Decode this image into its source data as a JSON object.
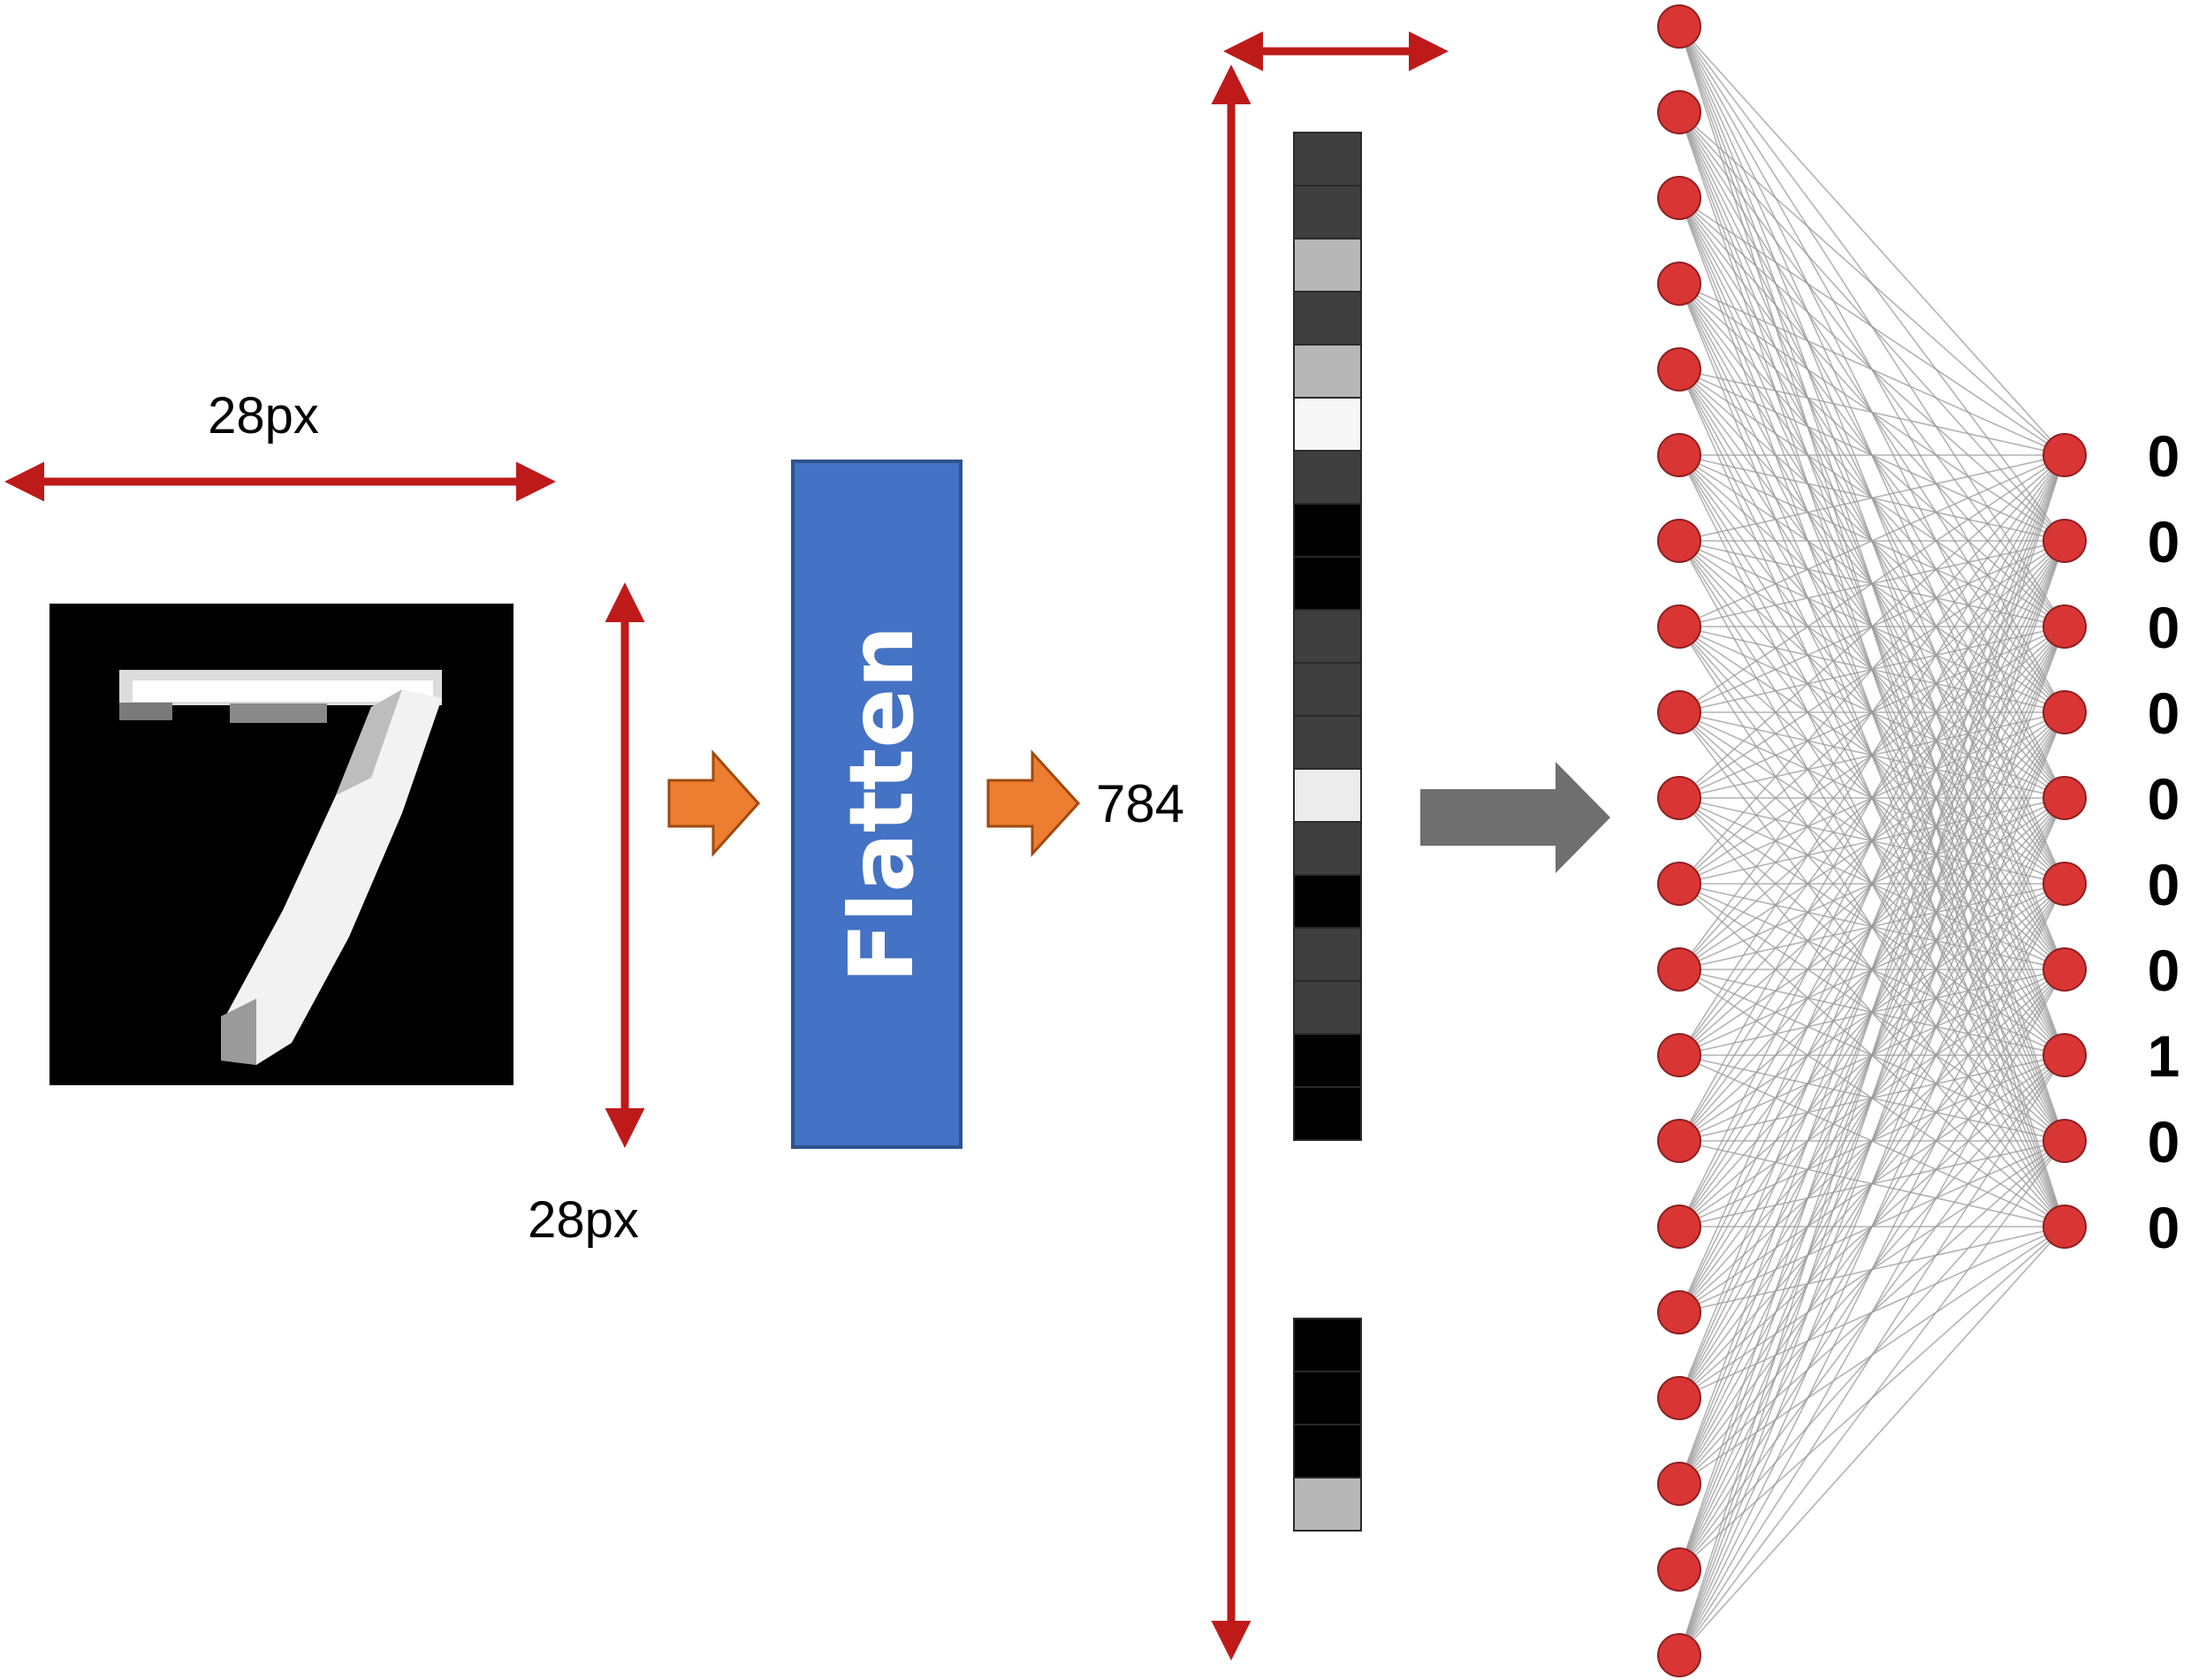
{
  "image": {
    "label_width": "28px",
    "label_height": "28px",
    "digit_shown": "7"
  },
  "flatten": {
    "label": "Flatten",
    "box_color": "#4472C4",
    "text_color": "#ffffff"
  },
  "vector": {
    "length_label": "784",
    "cell_shades_top": [
      "#3f3f3f",
      "#3f3f3f",
      "#b7b7b7",
      "#3f3f3f",
      "#b7b7b7",
      "#f7f7f7",
      "#3f3f3f",
      "#000000",
      "#000000",
      "#3f3f3f",
      "#3f3f3f",
      "#3f3f3f",
      "#ececec",
      "#3f3f3f",
      "#000000",
      "#3f3f3f",
      "#3f3f3f",
      "#000000",
      "#000000"
    ],
    "cell_shades_bottom": [
      "#000000",
      "#000000",
      "#000000",
      "#b7b7b7"
    ]
  },
  "network": {
    "input_nodes": 20,
    "output_nodes": 10,
    "node_color": "#d93535",
    "edge_color": "#9a9a9a"
  },
  "output": {
    "values": [
      "0",
      "0",
      "0",
      "0",
      "0",
      "0",
      "0",
      "1",
      "0",
      "0"
    ]
  },
  "colors": {
    "dimension_arrow": "#be1a1a",
    "step_arrow": "#ed7d31",
    "big_arrow": "#6f6f6f"
  }
}
